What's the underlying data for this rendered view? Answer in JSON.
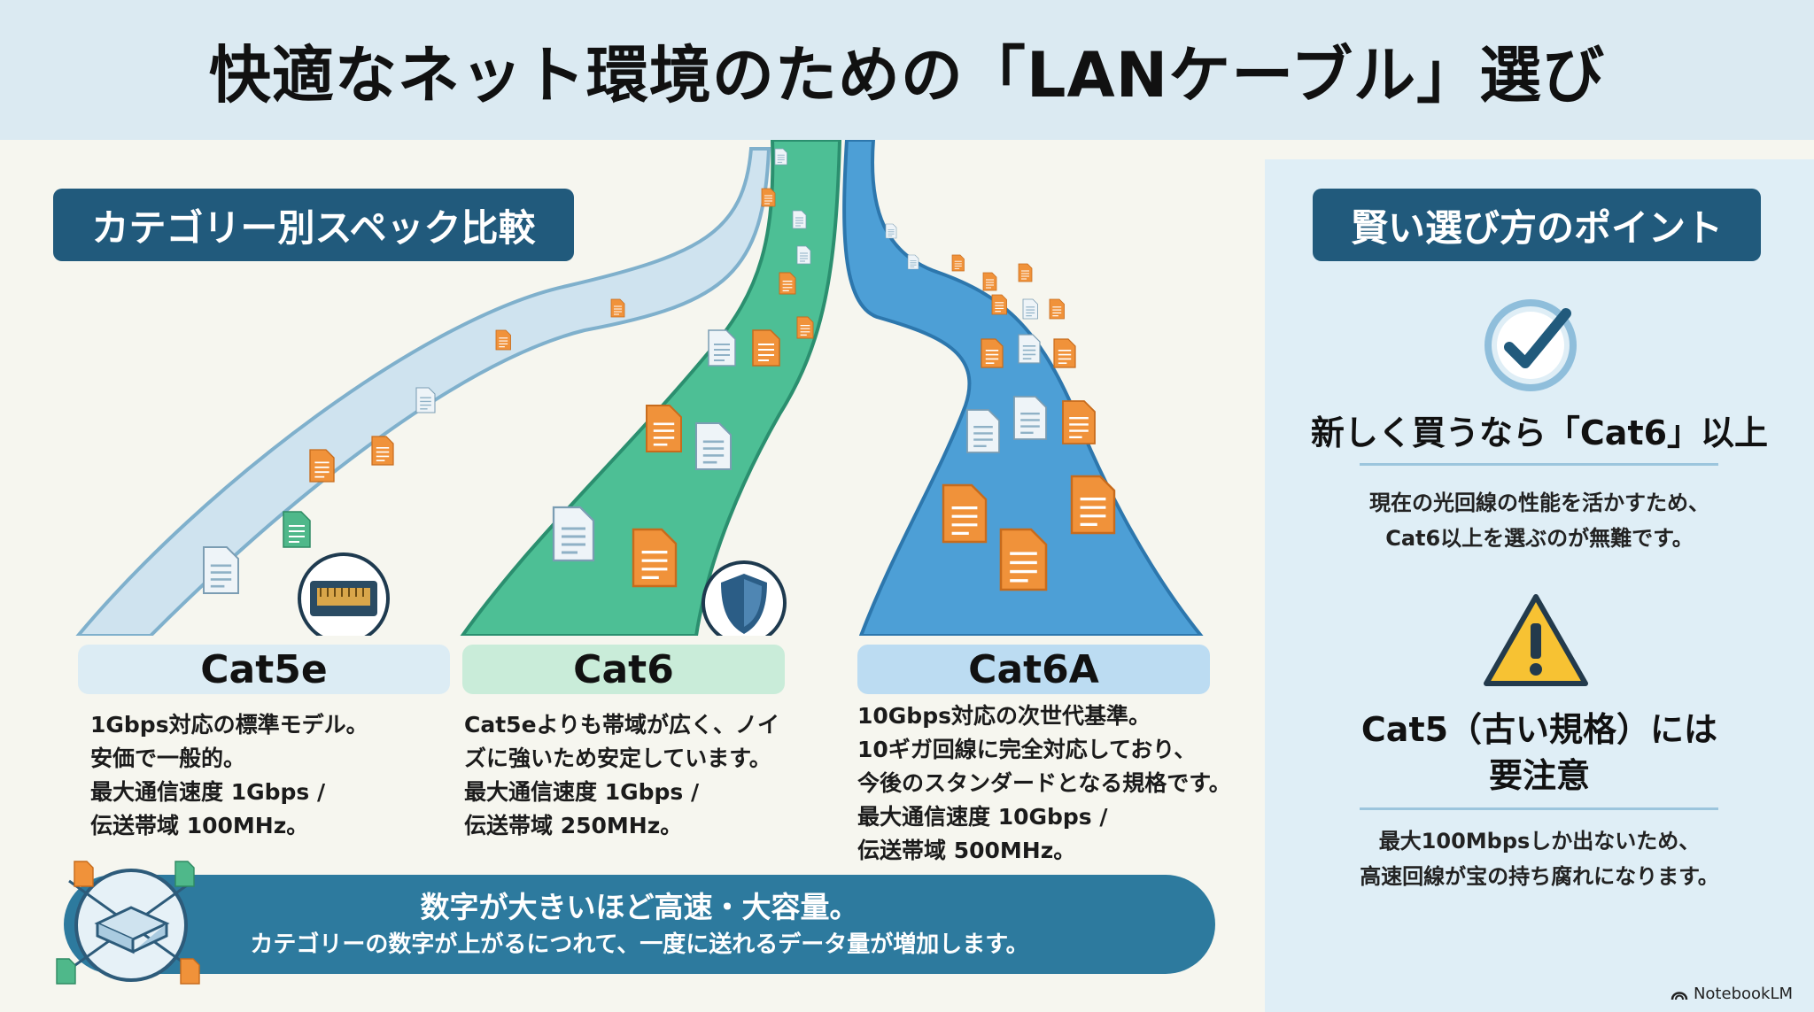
{
  "title": "快適なネット環境のための「LANケーブル」選び",
  "left_section": {
    "label": "カテゴリー別スペック比較",
    "cables": [
      {
        "name": "Cat5e",
        "lines": [
          "1Gbps対応の標準モデル。",
          "安価で一般的。",
          "最大通信速度 1Gbps /",
          "伝送帯域 100MHz。"
        ]
      },
      {
        "name": "Cat6",
        "lines": [
          "Cat5eよりも帯域が広く、ノイ",
          "ズに強いため安定しています。",
          "最大通信速度 1Gbps /",
          "伝送帯域 250MHz。"
        ]
      },
      {
        "name": "Cat6A",
        "lines": [
          "10Gbps対応の次世代基準。",
          "10ギガ回線に完全対応しており、",
          "今後のスタンダードとなる規格です。",
          "最大通信速度 10Gbps /",
          "伝送帯域 500MHz。"
        ]
      }
    ],
    "banner": {
      "headline": "数字が大きいほど高速・大容量。",
      "subline": "カテゴリーの数字が上がるにつれて、一度に送れるデータ量が増加します。"
    }
  },
  "right_section": {
    "label": "賢い選び方のポイント",
    "points": [
      {
        "icon": "check-circle-icon",
        "heading": "新しく買うなら「Cat6」以上",
        "body": [
          "現在の光回線の性能を活かすため、",
          "Cat6以上を選ぶのが無難です。"
        ]
      },
      {
        "icon": "warning-icon",
        "heading_lines": [
          "Cat5（古い規格）には",
          "要注意"
        ],
        "body": [
          "最大100Mbpsしか出ないため、",
          "高速回線が宝の持ち腐れになります。"
        ]
      }
    ]
  },
  "brand": "NotebookLM",
  "colors": {
    "title_bg": "#dbeaf2",
    "label_bg": "#215a7c",
    "cat5e_stream": "#cfe3ef",
    "cat6_stream": "#4dbf95",
    "cat6a_stream": "#4d9fd6",
    "banner_bg": "#2d7a9e",
    "doc_orange": "#f0923a",
    "warning_yellow": "#f7c233"
  }
}
